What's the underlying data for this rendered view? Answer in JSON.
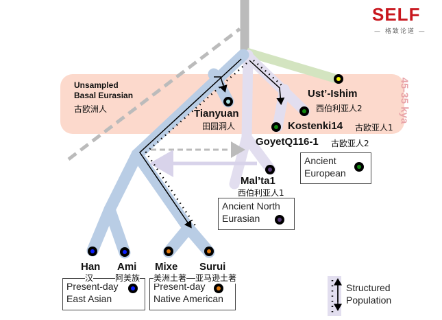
{
  "logo": {
    "text": "SELF",
    "subtitle": "— 格致论道 —"
  },
  "time_band": {
    "label": "45-35 kya"
  },
  "basal": {
    "line1": "Unsampled",
    "line2": "Basal Eurasian",
    "zh": "古欧洲人"
  },
  "samples": {
    "tianyuan": {
      "name": "Tianyuan",
      "zh": "田园洞人"
    },
    "ustishim": {
      "name": "Ust’-Ishim",
      "zh": "西伯利亚人2"
    },
    "kostenki": {
      "name": "Kostenki14",
      "zh": "古欧亚人1"
    },
    "goyet": {
      "name": "GoyetQ116-1",
      "zh": "古欧亚人2"
    },
    "malta": {
      "name": "Mal’ta1",
      "zh": "西伯利亚人1"
    },
    "han": {
      "name": "Han",
      "zh": "汉"
    },
    "ami": {
      "name": "Ami",
      "zh": "阿美族"
    },
    "mixe": {
      "name": "Mixe",
      "zh": "美洲土著"
    },
    "surui": {
      "name": "Surui",
      "zh": "亚马逊土著"
    }
  },
  "legend": {
    "ancient_european": {
      "line1": "Ancient",
      "line2": "European"
    },
    "ancient_north_eurasian": {
      "line1": "Ancient North",
      "line2": "Eurasian"
    },
    "east_asian": {
      "line1": "Present-day",
      "line2": "East Asian"
    },
    "native_american": {
      "line1": "Present-day",
      "line2": "Native American"
    },
    "structured": {
      "line1": "Structured",
      "line2": "Population"
    }
  },
  "colors": {
    "east_asian": "#0a1eff",
    "native_american": "#e07a10",
    "european": "#118811",
    "ane": "#5a3d7a",
    "ustishim": "#f2f20a",
    "tianyuan": "#a8e0e0",
    "branch_blue": "#b9cde5",
    "branch_lavender": "#e2deef",
    "branch_green": "#d3e4c0",
    "band": "#fcd9cc",
    "logo": "#c8161d"
  }
}
